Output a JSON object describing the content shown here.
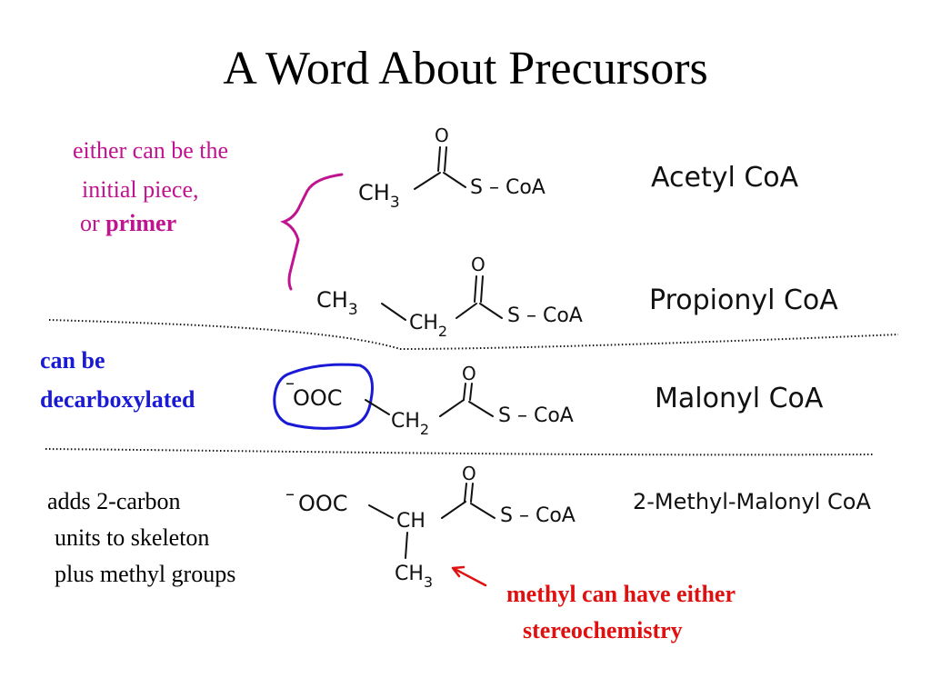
{
  "title": "A Word About Precursors",
  "colors": {
    "magenta": "#c0138f",
    "blue": "#1a1ad6",
    "red": "#e01010",
    "ink": "#111111"
  },
  "notes": {
    "primer": {
      "line1": "either can be the",
      "line2": "initial piece,",
      "line3_prefix": "or ",
      "line3_bold": "primer"
    },
    "decarboxylated": {
      "line1": "can be",
      "line2": "decarboxylated"
    },
    "adds": {
      "line1": "adds 2-carbon",
      "line2": "units to skeleton",
      "line3": "plus methyl groups"
    },
    "methyl": {
      "line1": "methyl can have either",
      "line2": "stereochemistry"
    }
  },
  "molecules": {
    "acetyl": {
      "name": "Acetyl CoA",
      "o": "O",
      "ch3": "CH",
      "ch3_sub": "3",
      "s_coa": "S – CoA"
    },
    "propionyl": {
      "name": "Propionyl CoA",
      "o": "O",
      "ch3": "CH",
      "ch3_sub": "3",
      "ch2": "CH",
      "ch2_sub": "2",
      "s_coa": "S – CoA"
    },
    "malonyl": {
      "name": "Malonyl CoA",
      "o": "O",
      "minus": "–",
      "ooc": "OOC",
      "ch2": "CH",
      "ch2_sub": "2",
      "s_coa": "S – CoA"
    },
    "methylmalonyl": {
      "name": "2-Methyl-Malonyl CoA",
      "o": "O",
      "minus": "–",
      "ooc": "OOC",
      "ch": "CH",
      "ch3": "CH",
      "ch3_sub": "3",
      "s_coa": "S – CoA"
    }
  }
}
